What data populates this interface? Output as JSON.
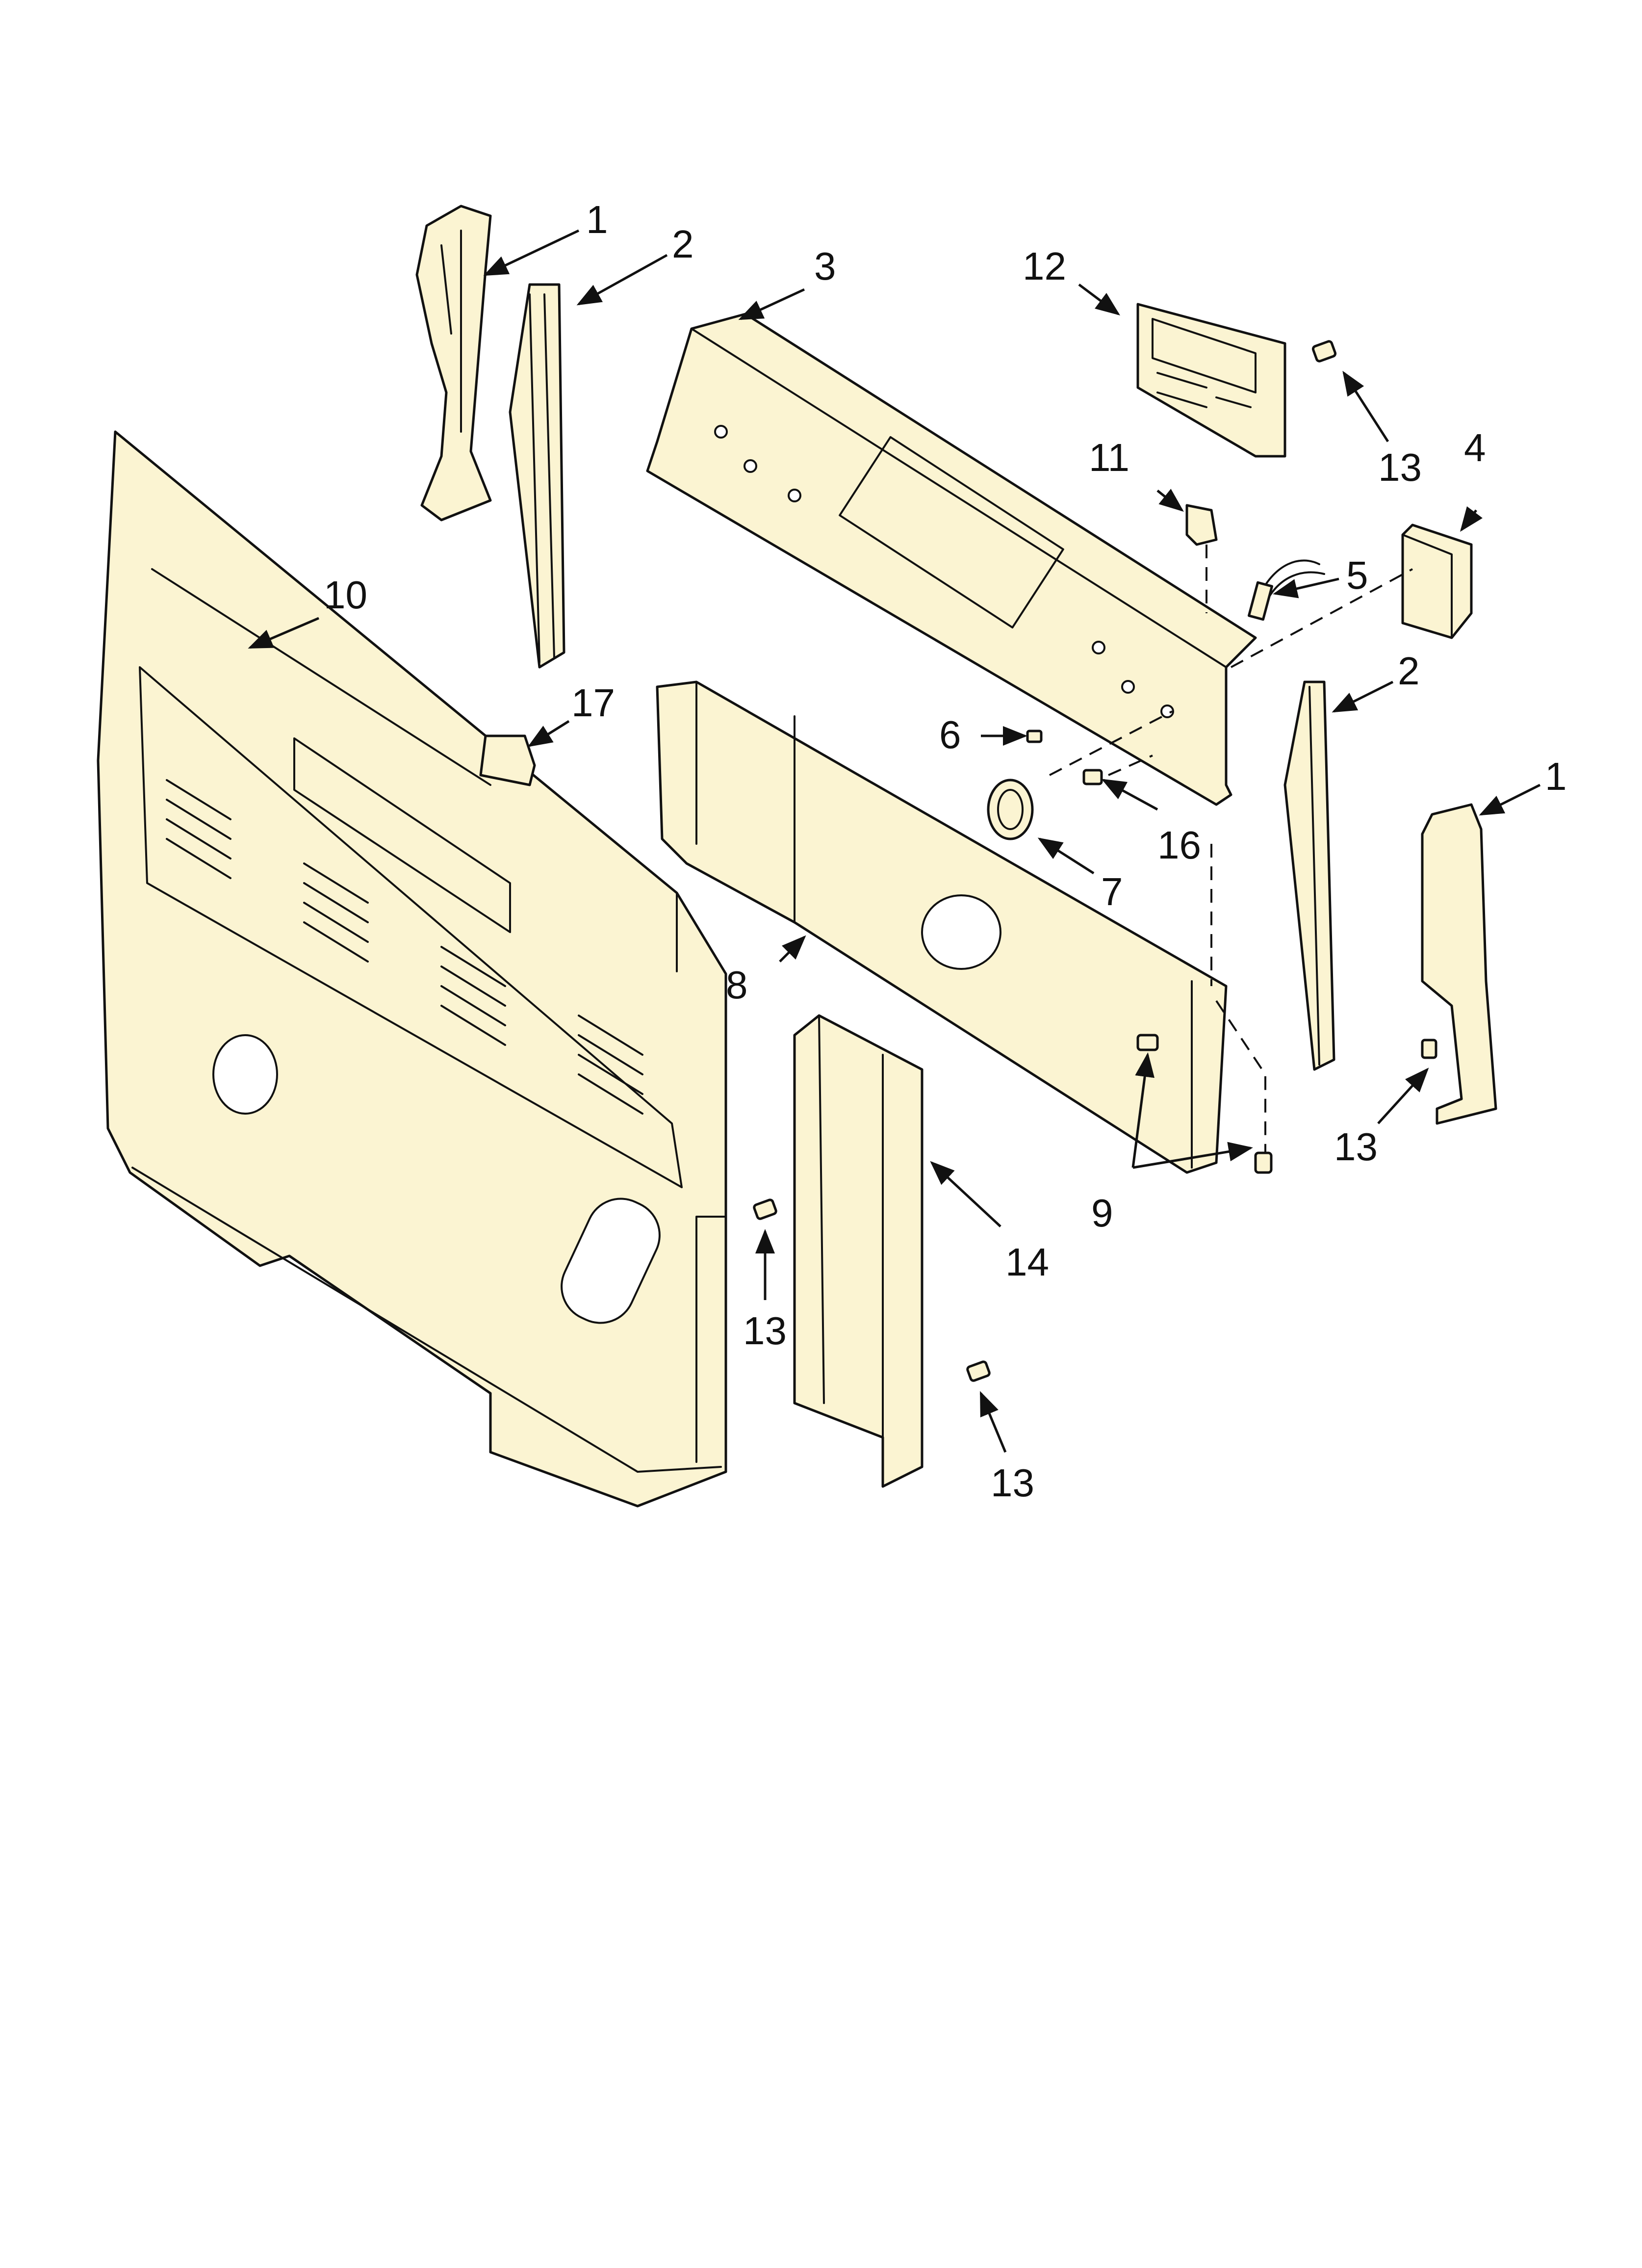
{
  "callouts": [
    {
      "id": "c1a",
      "text": "1"
    },
    {
      "id": "c2a",
      "text": "2"
    },
    {
      "id": "c3",
      "text": "3"
    },
    {
      "id": "c12",
      "text": "12"
    },
    {
      "id": "c13a",
      "text": "13"
    },
    {
      "id": "c4",
      "text": "4"
    },
    {
      "id": "c11",
      "text": "11"
    },
    {
      "id": "c5",
      "text": "5"
    },
    {
      "id": "c10",
      "text": "10"
    },
    {
      "id": "c17",
      "text": "17"
    },
    {
      "id": "c2b",
      "text": "2"
    },
    {
      "id": "c6",
      "text": "6"
    },
    {
      "id": "c1b",
      "text": "1"
    },
    {
      "id": "c16",
      "text": "16"
    },
    {
      "id": "c7",
      "text": "7"
    },
    {
      "id": "c8",
      "text": "8"
    },
    {
      "id": "c13b",
      "text": "13"
    },
    {
      "id": "c9",
      "text": "9"
    },
    {
      "id": "c14",
      "text": "14"
    },
    {
      "id": "c13c",
      "text": "13"
    },
    {
      "id": "c13d",
      "text": "13"
    }
  ]
}
